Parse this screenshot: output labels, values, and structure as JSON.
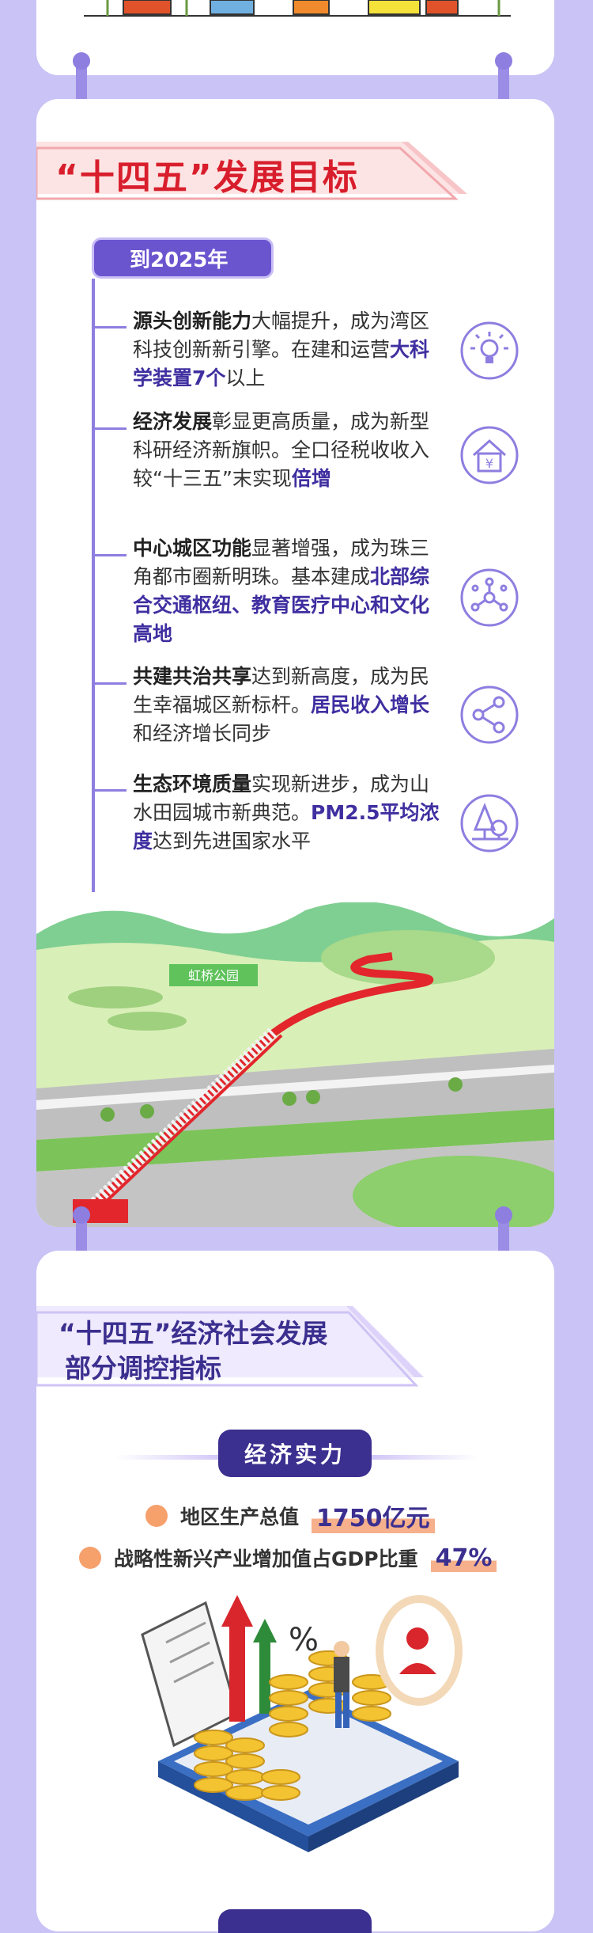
{
  "section_title_goals": "“十四五”发展目标",
  "goals_tag": "到2025年",
  "goals": [
    {
      "strong": "源头创新能力",
      "text1": "大幅提升，成为湾区科技创新新引擎。在建和运营",
      "hl": "大科学装置7个",
      "text2": "以上",
      "icon": "lightbulb-icon"
    },
    {
      "strong": "经济发展",
      "text1": "彰显更高质量，成为新型科研经济新旗帜。全口径税收收入较“十三五”末实现",
      "hl": "倍增",
      "text2": "",
      "icon": "house-yuan-icon"
    },
    {
      "strong": "中心城区功能",
      "text1": "显著增强，成为珠三角都市圈新明珠。基本建成",
      "hl": "北部综合交通枢纽、教育医疗中心和文化高地",
      "text2": "",
      "icon": "network-nodes-icon"
    },
    {
      "strong": "共建共治共享",
      "text1": "达到新高度，成为民生幸福城区新标杆。",
      "hl": "居民收入增长",
      "text2": "和经济增长同步",
      "icon": "share-icon"
    },
    {
      "strong": "生态环境质量",
      "text1": "实现新进步，成为山水田园城市新典范。",
      "hl": "PM2.5平均浓度",
      "text2": "达到先进国家水平",
      "icon": "tree-icon"
    }
  ],
  "park_sign": "虹桥公园",
  "section_title_indicators_line1": "“十四五”经济社会发展",
  "section_title_indicators_line2": "部分调控指标",
  "economy_pill": "经济实力",
  "metrics": [
    {
      "label": "地区生产总值",
      "value": "1750亿元"
    },
    {
      "label": "战略性新兴产业增加值占GDP比重",
      "value": "47%"
    }
  ],
  "colors": {
    "accent": "#6b55cf",
    "dark": "#3b2f8f",
    "title_red": "#d81e2c",
    "bg": "#c9c3f6"
  }
}
